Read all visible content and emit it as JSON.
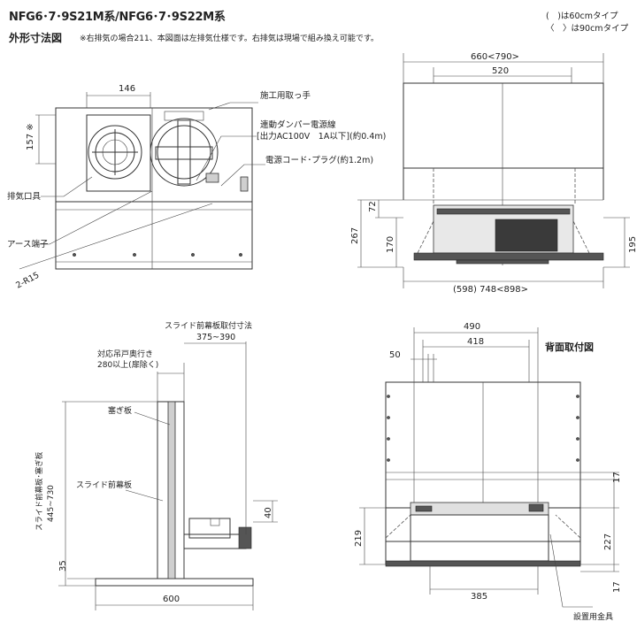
{
  "header": {
    "model_title": "NFG6･7･9S21M系/NFG6･7･9S22M系",
    "view_title": "外形寸法図",
    "note": "※右排気の場合211、本図面は左排気仕様です。右排気は現場で組み換え可能です。",
    "legend_60": "(　)は60cmタイプ",
    "legend_90": "〈　〉は90cmタイプ"
  },
  "front_view": {
    "dim_146": "146",
    "dim_157": "157 ※",
    "label_handle": "施工用取っ手",
    "label_damper_1": "連動ダンパー電源線",
    "label_damper_2": "[出力AC100V　1A以下](約0.4m)",
    "label_cord": "電源コード･プラグ(約1.2m)",
    "label_exhaust": "排気口具",
    "label_earth": "アース端子",
    "label_r15": "2-R15"
  },
  "top_right_view": {
    "dim_width_top": "660<790>",
    "dim_520": "520",
    "dim_72": "72",
    "dim_267": "267",
    "dim_170": "170",
    "dim_195": "195",
    "dim_width_bottom": "(598) 748<898>"
  },
  "side_view": {
    "slide_title": "スライド前幕板取付寸法",
    "slide_range": "375~390",
    "cabinet_depth_1": "対応吊戸奥行き",
    "cabinet_depth_2": "280以上(扉除く)",
    "label_plug_panel": "塞ぎ板",
    "label_slide_panel": "スライド前幕板",
    "label_vertical": "スライド前幕板･塞ぎ板",
    "label_range": "445~730",
    "dim_40": "40",
    "dim_35": "35",
    "dim_600": "600"
  },
  "back_view": {
    "title": "背面取付図",
    "dim_490": "490",
    "dim_418": "418",
    "dim_50": "50",
    "dim_17a": "17",
    "dim_219": "219",
    "dim_227": "227",
    "dim_17b": "17",
    "dim_385": "385",
    "label_bracket": "設置用金具"
  }
}
